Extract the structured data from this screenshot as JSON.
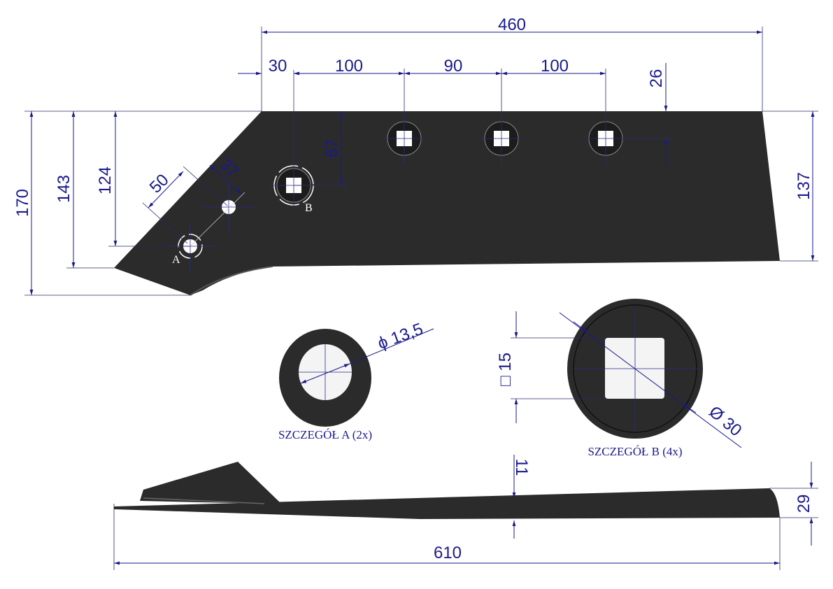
{
  "title": "Plough share technical drawing",
  "dimensions": {
    "overall_top": "460",
    "hole_offset_1": "30",
    "hole_spacing_1": "100",
    "hole_spacing_2": "90",
    "hole_spacing_3": "100",
    "hole_top_offset": "26",
    "hole_b_depth": "67",
    "height_124": "124",
    "height_143": "143",
    "height_170": "170",
    "height_right": "137",
    "edge_offset_50": "50",
    "edge_offset_37": "37",
    "thickness": "11",
    "side_height": "29",
    "overall_length": "610"
  },
  "labels": {
    "hole_a": "A",
    "hole_b": "B"
  },
  "detail_a": {
    "caption": "SZCZEGÓŁ A (2x)",
    "diameter": "ϕ 13,5"
  },
  "detail_b": {
    "caption": "SZCZEGÓŁ B (4x)",
    "square": "□ 15",
    "diameter": "Ø 30"
  },
  "colors": {
    "dimension": "#1a1a8c",
    "part": "#2b2b2b"
  }
}
